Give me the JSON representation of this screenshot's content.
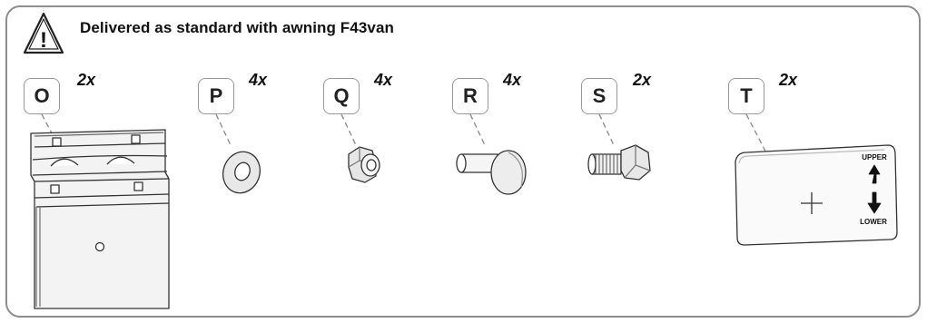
{
  "header": {
    "title": "Delivered as standard with awning F43van",
    "icon": "warning-triangle-icon"
  },
  "parts": [
    {
      "letter": "O",
      "quantity": "2x",
      "item": "mounting-bracket"
    },
    {
      "letter": "P",
      "quantity": "4x",
      "item": "washer"
    },
    {
      "letter": "Q",
      "quantity": "4x",
      "item": "lock-nut"
    },
    {
      "letter": "R",
      "quantity": "4x",
      "item": "carriage-bolt"
    },
    {
      "letter": "S",
      "quantity": "2x",
      "item": "hex-bolt"
    },
    {
      "letter": "T",
      "quantity": "2x",
      "item": "template-plate"
    }
  ],
  "template_plate": {
    "upper_label": "UPPER",
    "lower_label": "LOWER"
  },
  "colors": {
    "frame": "#8e8e8e",
    "line": "#333333",
    "fill": "#efefef",
    "tag_border": "#999999"
  }
}
